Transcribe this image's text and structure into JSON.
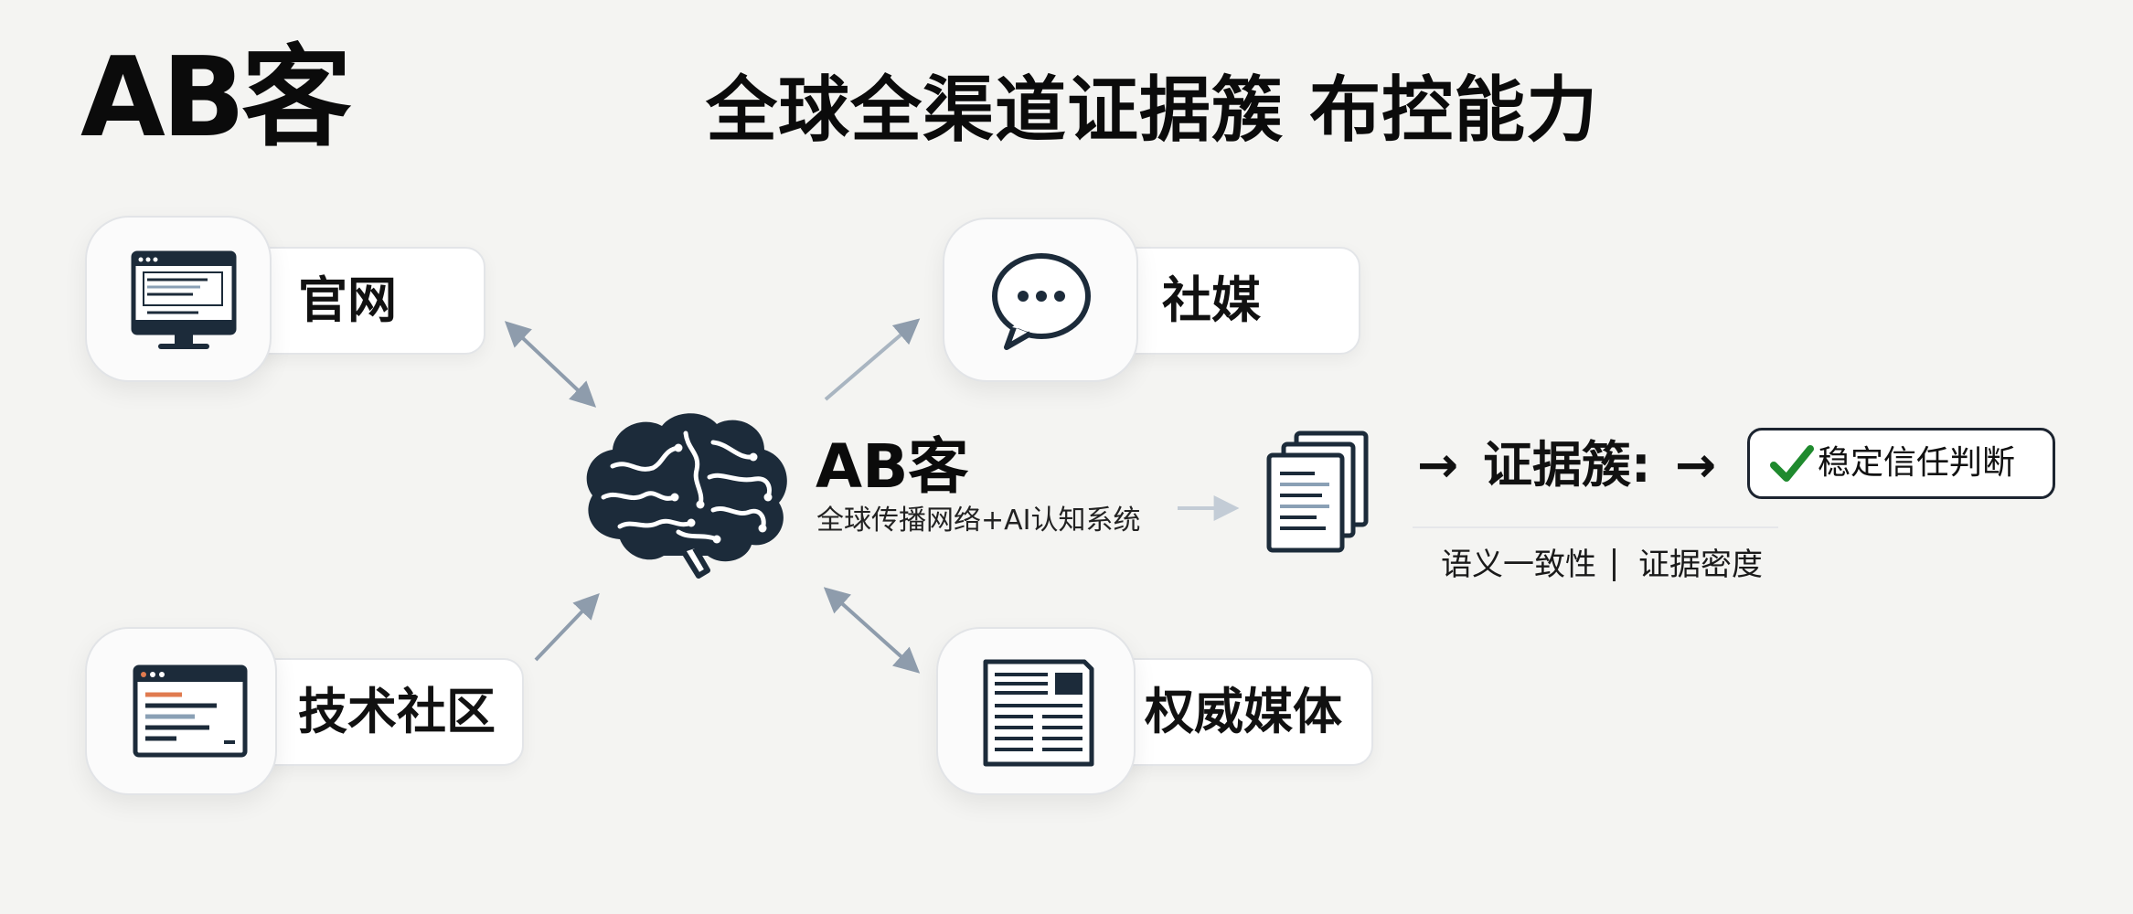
{
  "header": {
    "logo": "AB客",
    "title": "全球全渠道证据簇 布控能力"
  },
  "channels": [
    {
      "id": "website",
      "label": "官网",
      "icon": "monitor-icon"
    },
    {
      "id": "social",
      "label": "社媒",
      "icon": "chat-bubble-icon"
    },
    {
      "id": "tech_community",
      "label": "技术社区",
      "icon": "code-window-icon"
    },
    {
      "id": "authority_media",
      "label": "权威媒体",
      "icon": "newspaper-icon"
    }
  ],
  "hub": {
    "title": "AB客",
    "subtitle": "全球传播网络+AI认知系统",
    "icon": "brain-icon"
  },
  "output": {
    "documents_icon": "documents-stack-icon",
    "arrow_symbol": "→",
    "cluster_label": "证据簇:",
    "result_label": "稳定信任判断",
    "result_icon": "checkmark-icon",
    "metrics": [
      "语义一致性",
      "证据密度"
    ]
  },
  "colors": {
    "ink": "#1c2b3a",
    "accent_orange": "#e07b4f",
    "check_green": "#1f8a2e",
    "connector": "#8e9cac"
  }
}
